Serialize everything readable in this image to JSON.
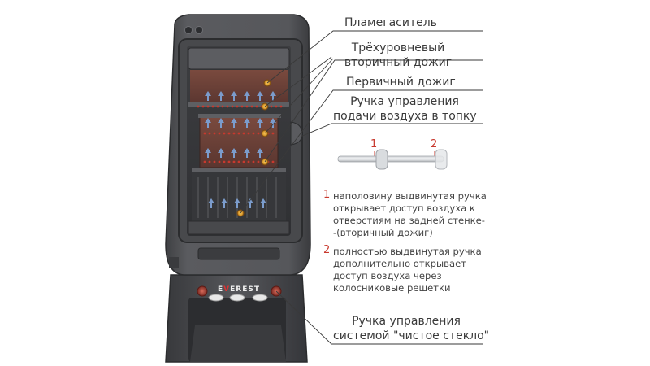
{
  "labels": {
    "flame_arrester": "Пламегаситель",
    "secondary_burn": [
      "Трёхуровневый",
      "вторичный дожиг"
    ],
    "primary_burn": "Первичный дожиг",
    "air_control": [
      "Ручка управления",
      "подачи воздуха в топку"
    ],
    "clean_glass": [
      "Ручка управления",
      "системой \"чистое стекло\""
    ]
  },
  "handle_positions": [
    "1",
    "2"
  ],
  "notes": [
    {
      "number": "1",
      "lines": [
        "наполовину выдвинутая ручка",
        "открывает доступ воздуха к",
        "отверстиям на задней стенке-",
        "-(вторичный дожиг)"
      ]
    },
    {
      "number": "2",
      "lines": [
        "полностью выдвинутая ручка",
        "дополнительно открывает",
        "доступ воздуха через",
        "колосниковые решетки"
      ]
    }
  ],
  "brand": {
    "left": "E",
    "accent": "V",
    "right": "EREST"
  },
  "colors": {
    "accent": "#c8392e",
    "stove_body": "#4a4b4e",
    "stove_edge": "#2e2f31",
    "firebox_brick": "#6b3f35",
    "air_arrows": "#7b9ccc",
    "hotspot": "#e0a030"
  }
}
